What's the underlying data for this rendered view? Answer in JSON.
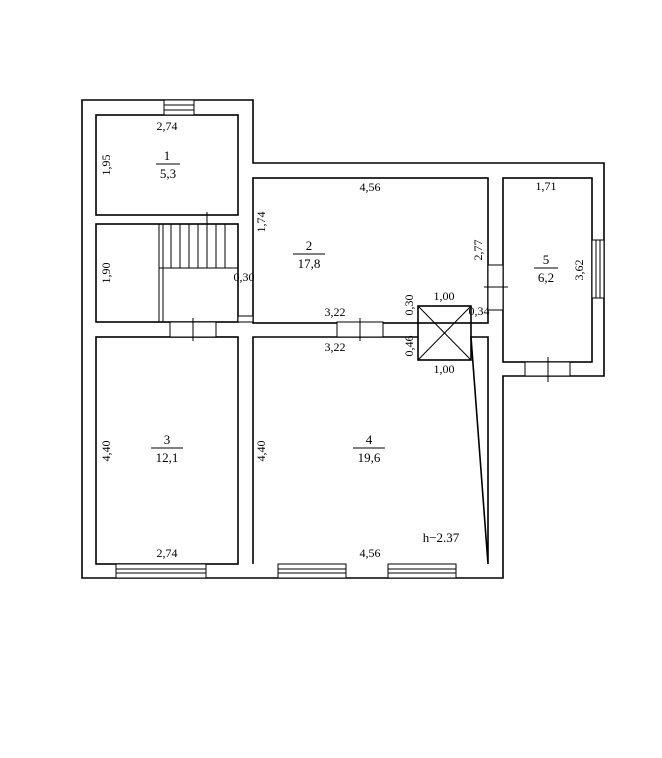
{
  "floor_plan": {
    "rooms": [
      {
        "number": "1",
        "area": "5,3"
      },
      {
        "number": "2",
        "area": "17,8"
      },
      {
        "number": "3",
        "area": "12,1"
      },
      {
        "number": "4",
        "area": "19,6"
      },
      {
        "number": "5",
        "area": "6,2"
      }
    ],
    "dimensions": {
      "room1_width": "2,74",
      "room1_height": "1,95",
      "stair_height": "1,90",
      "stair_gap": "0,30",
      "room2_width": "4,56",
      "room2_left_height": "1,74",
      "room2_right_height": "2,77",
      "corridor_top": "3,22",
      "corridor_bottom": "3,22",
      "shaft_top_width": "1,00",
      "shaft_bottom_width": "1,00",
      "shaft_upper": "0,30",
      "shaft_lower": "0,46",
      "shaft_right": "0,34",
      "room3_height": "4,40",
      "room3_width": "2,74",
      "room4_height": "4,40",
      "room4_width": "4,56",
      "room5_width": "1,71",
      "room5_height": "3,62"
    },
    "ceiling_height": "h−2.37"
  }
}
